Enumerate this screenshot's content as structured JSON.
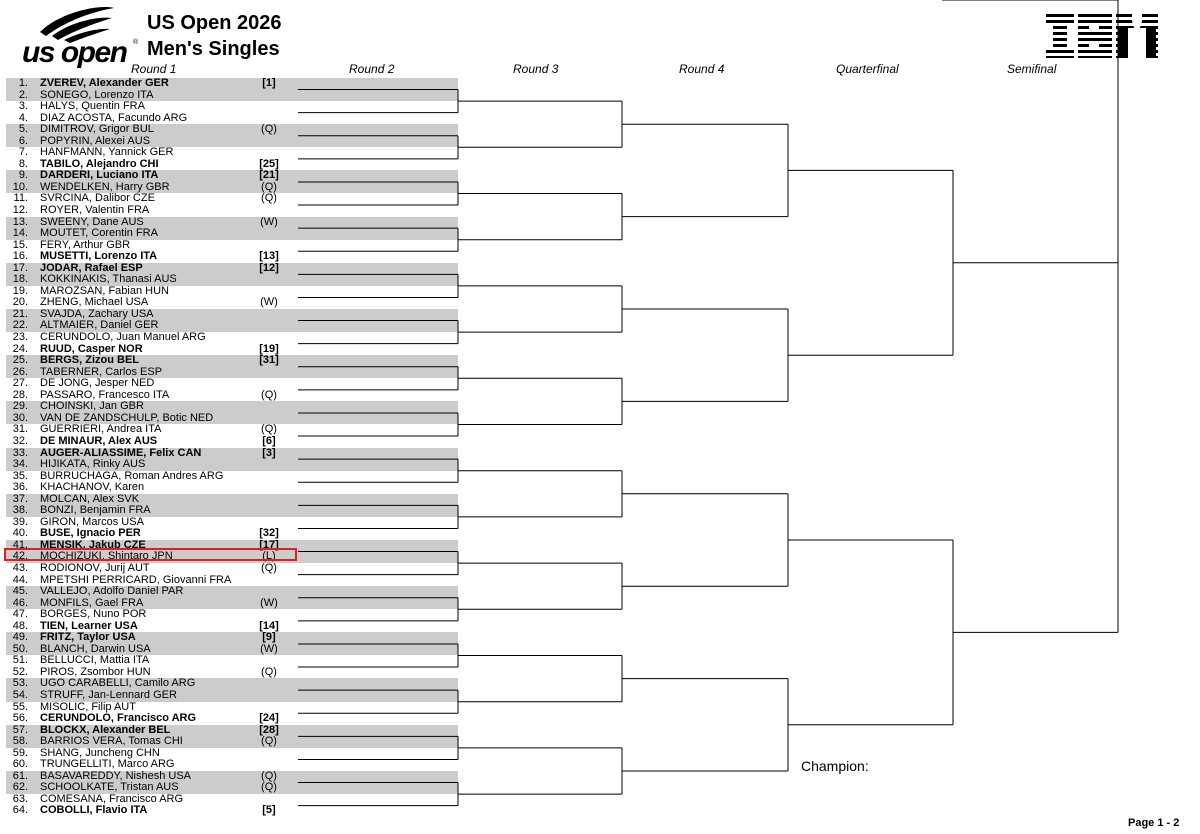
{
  "header": {
    "brand": "us open",
    "brand_mark": "®",
    "title_line1": "US Open 2026",
    "title_line2": "Men's Singles",
    "sponsor": "IBM"
  },
  "rounds": [
    "Round 1",
    "Round 2",
    "Round 3",
    "Round 4",
    "Quarterfinal",
    "Semifinal"
  ],
  "draw": [
    {
      "num": "1.",
      "name": "ZVEREV, Alexander GER",
      "seed": "[1]"
    },
    {
      "num": "2.",
      "name": "SONEGO, Lorenzo ITA",
      "seed": ""
    },
    {
      "num": "3.",
      "name": "HALYS, Quentin FRA",
      "seed": ""
    },
    {
      "num": "4.",
      "name": "DIAZ ACOSTA, Facundo ARG",
      "seed": ""
    },
    {
      "num": "5.",
      "name": "DIMITROV, Grigor BUL",
      "seed": "(Q)"
    },
    {
      "num": "6.",
      "name": "POPYRIN, Alexei AUS",
      "seed": ""
    },
    {
      "num": "7.",
      "name": "HANFMANN, Yannick GER",
      "seed": ""
    },
    {
      "num": "8.",
      "name": "TABILO, Alejandro CHI",
      "seed": "[25]"
    },
    {
      "num": "9.",
      "name": "DARDERI, Luciano ITA",
      "seed": "[21]"
    },
    {
      "num": "10.",
      "name": "WENDELKEN, Harry GBR",
      "seed": "(Q)"
    },
    {
      "num": "11.",
      "name": "SVRCINA, Dalibor CZE",
      "seed": "(Q)"
    },
    {
      "num": "12.",
      "name": "ROYER, Valentin FRA",
      "seed": ""
    },
    {
      "num": "13.",
      "name": "SWEENY, Dane AUS",
      "seed": "(W)"
    },
    {
      "num": "14.",
      "name": "MOUTET, Corentin FRA",
      "seed": ""
    },
    {
      "num": "15.",
      "name": "FERY, Arthur GBR",
      "seed": ""
    },
    {
      "num": "16.",
      "name": "MUSETTI, Lorenzo ITA",
      "seed": "[13]"
    },
    {
      "num": "17.",
      "name": "JODAR, Rafael ESP",
      "seed": "[12]"
    },
    {
      "num": "18.",
      "name": "KOKKINAKIS, Thanasi AUS",
      "seed": ""
    },
    {
      "num": "19.",
      "name": "MAROZSAN, Fabian HUN",
      "seed": ""
    },
    {
      "num": "20.",
      "name": "ZHENG, Michael USA",
      "seed": "(W)"
    },
    {
      "num": "21.",
      "name": "SVAJDA, Zachary USA",
      "seed": ""
    },
    {
      "num": "22.",
      "name": "ALTMAIER, Daniel GER",
      "seed": ""
    },
    {
      "num": "23.",
      "name": "CERUNDOLO, Juan Manuel ARG",
      "seed": ""
    },
    {
      "num": "24.",
      "name": "RUUD, Casper NOR",
      "seed": "[19]"
    },
    {
      "num": "25.",
      "name": "BERGS, Zizou BEL",
      "seed": "[31]"
    },
    {
      "num": "26.",
      "name": "TABERNER, Carlos ESP",
      "seed": ""
    },
    {
      "num": "27.",
      "name": "DE JONG, Jesper NED",
      "seed": ""
    },
    {
      "num": "28.",
      "name": "PASSARO, Francesco ITA",
      "seed": "(Q)"
    },
    {
      "num": "29.",
      "name": "CHOINSKI, Jan GBR",
      "seed": ""
    },
    {
      "num": "30.",
      "name": "VAN DE ZANDSCHULP, Botic NED",
      "seed": ""
    },
    {
      "num": "31.",
      "name": "GUERRIERI, Andrea ITA",
      "seed": "(Q)"
    },
    {
      "num": "32.",
      "name": "DE MINAUR, Alex AUS",
      "seed": "[6]"
    },
    {
      "num": "33.",
      "name": "AUGER-ALIASSIME, Felix CAN",
      "seed": "[3]"
    },
    {
      "num": "34.",
      "name": "HIJIKATA, Rinky AUS",
      "seed": ""
    },
    {
      "num": "35.",
      "name": "BURRUCHAGA, Roman Andres ARG",
      "seed": ""
    },
    {
      "num": "36.",
      "name": "KHACHANOV, Karen",
      "seed": ""
    },
    {
      "num": "37.",
      "name": "MOLCAN, Alex SVK",
      "seed": ""
    },
    {
      "num": "38.",
      "name": "BONZI, Benjamin FRA",
      "seed": ""
    },
    {
      "num": "39.",
      "name": "GIRON, Marcos USA",
      "seed": ""
    },
    {
      "num": "40.",
      "name": "BUSE, Ignacio PER",
      "seed": "[32]"
    },
    {
      "num": "41.",
      "name": "MENSIK, Jakub CZE",
      "seed": "[17]"
    },
    {
      "num": "42.",
      "name": "MOCHIZUKI, Shintaro JPN",
      "seed": "(L)"
    },
    {
      "num": "43.",
      "name": "RODIONOV, Jurij AUT",
      "seed": "(Q)"
    },
    {
      "num": "44.",
      "name": "MPETSHI PERRICARD, Giovanni FRA",
      "seed": ""
    },
    {
      "num": "45.",
      "name": "VALLEJO, Adolfo Daniel PAR",
      "seed": ""
    },
    {
      "num": "46.",
      "name": "MONFILS, Gael FRA",
      "seed": "(W)"
    },
    {
      "num": "47.",
      "name": "BORGES, Nuno POR",
      "seed": ""
    },
    {
      "num": "48.",
      "name": "TIEN, Learner USA",
      "seed": "[14]"
    },
    {
      "num": "49.",
      "name": "FRITZ, Taylor USA",
      "seed": "[9]"
    },
    {
      "num": "50.",
      "name": "BLANCH, Darwin USA",
      "seed": "(W)"
    },
    {
      "num": "51.",
      "name": "BELLUCCI, Mattia ITA",
      "seed": ""
    },
    {
      "num": "52.",
      "name": "PIROS, Zsombor HUN",
      "seed": "(Q)"
    },
    {
      "num": "53.",
      "name": "UGO CARABELLI, Camilo ARG",
      "seed": ""
    },
    {
      "num": "54.",
      "name": "STRUFF, Jan-Lennard GER",
      "seed": ""
    },
    {
      "num": "55.",
      "name": "MISOLIC, Filip AUT",
      "seed": ""
    },
    {
      "num": "56.",
      "name": "CERUNDOLO, Francisco ARG",
      "seed": "[24]"
    },
    {
      "num": "57.",
      "name": "BLOCKX, Alexander BEL",
      "seed": "[28]"
    },
    {
      "num": "58.",
      "name": "BARRIOS VERA, Tomas CHI",
      "seed": "(Q)"
    },
    {
      "num": "59.",
      "name": "SHANG, Juncheng CHN",
      "seed": ""
    },
    {
      "num": "60.",
      "name": "TRUNGELLITI, Marco ARG",
      "seed": ""
    },
    {
      "num": "61.",
      "name": "BASAVAREDDY, Nishesh USA",
      "seed": "(Q)"
    },
    {
      "num": "62.",
      "name": "SCHOOLKATE, Tristan AUS",
      "seed": "(Q)"
    },
    {
      "num": "63.",
      "name": "COMESANA, Francisco ARG",
      "seed": ""
    },
    {
      "num": "64.",
      "name": "COBOLLI, Flavio ITA",
      "seed": "[5]"
    }
  ],
  "champion_label": "Champion:",
  "footer": {
    "page": "Page 1 - 2"
  }
}
